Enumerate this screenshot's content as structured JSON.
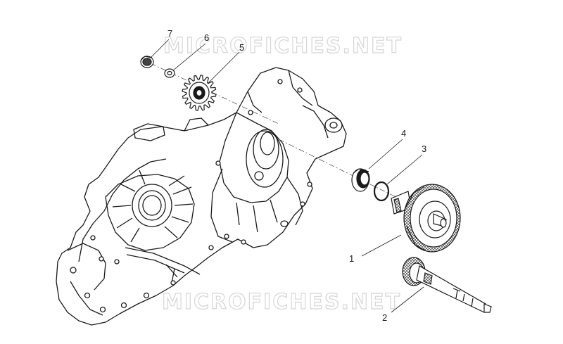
{
  "watermark": {
    "text_top": "MICROFICHES.NET",
    "text_bottom": "MICROFICHES.NET"
  },
  "callouts": [
    {
      "id": "7",
      "label": "7"
    },
    {
      "id": "6",
      "label": "6"
    },
    {
      "id": "5",
      "label": "5"
    },
    {
      "id": "4",
      "label": "4"
    },
    {
      "id": "3",
      "label": "3"
    },
    {
      "id": "1",
      "label": "1"
    },
    {
      "id": "2",
      "label": "2"
    }
  ],
  "colors": {
    "line": "#1a1a1a",
    "watermark_stroke": "#d6d6d6",
    "background": "#ffffff"
  }
}
